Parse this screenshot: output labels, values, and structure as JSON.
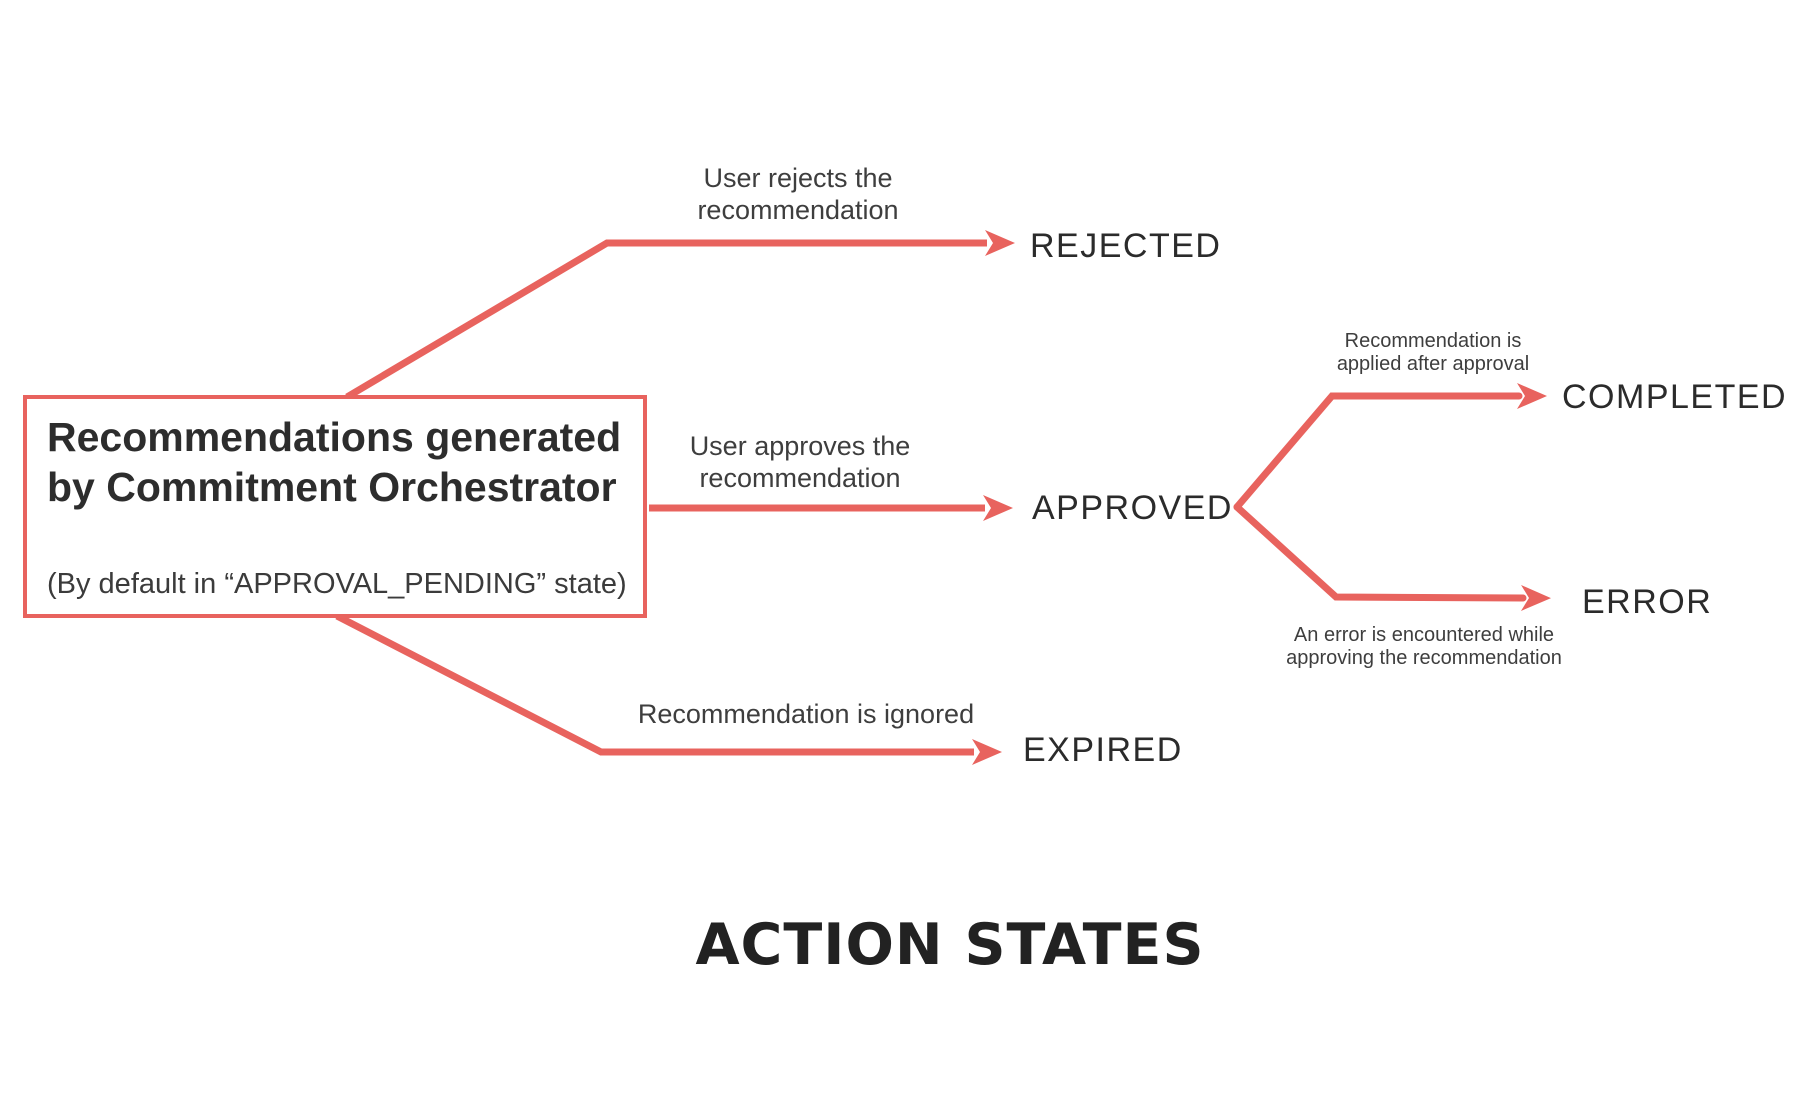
{
  "title": "ACTION STATES",
  "source_box": {
    "title_line1": "Recommendations generated",
    "title_line2": "by Commitment Orchestrator",
    "subtitle": "(By default in “APPROVAL_PENDING” state)"
  },
  "states": {
    "rejected": "REJECTED",
    "approved": "APPROVED",
    "completed": "COMPLETED",
    "error": "ERROR",
    "expired": "EXPIRED"
  },
  "transitions": {
    "rejected": {
      "line1": "User rejects the",
      "line2": "recommendation"
    },
    "approved": {
      "line1": "User approves the",
      "line2": "recommendation"
    },
    "expired": {
      "line1": "Recommendation is ignored"
    },
    "completed": {
      "line1": "Recommendation is",
      "line2": "applied after approval"
    },
    "error": {
      "line1": "An error is encountered while",
      "line2": "approving the recommendation"
    }
  },
  "colors": {
    "arrow": "#E8635E",
    "state_text": "#2B2B2B",
    "caption_text": "#3E3E3E",
    "title_text": "#222222",
    "background": "#FFFFFF"
  }
}
